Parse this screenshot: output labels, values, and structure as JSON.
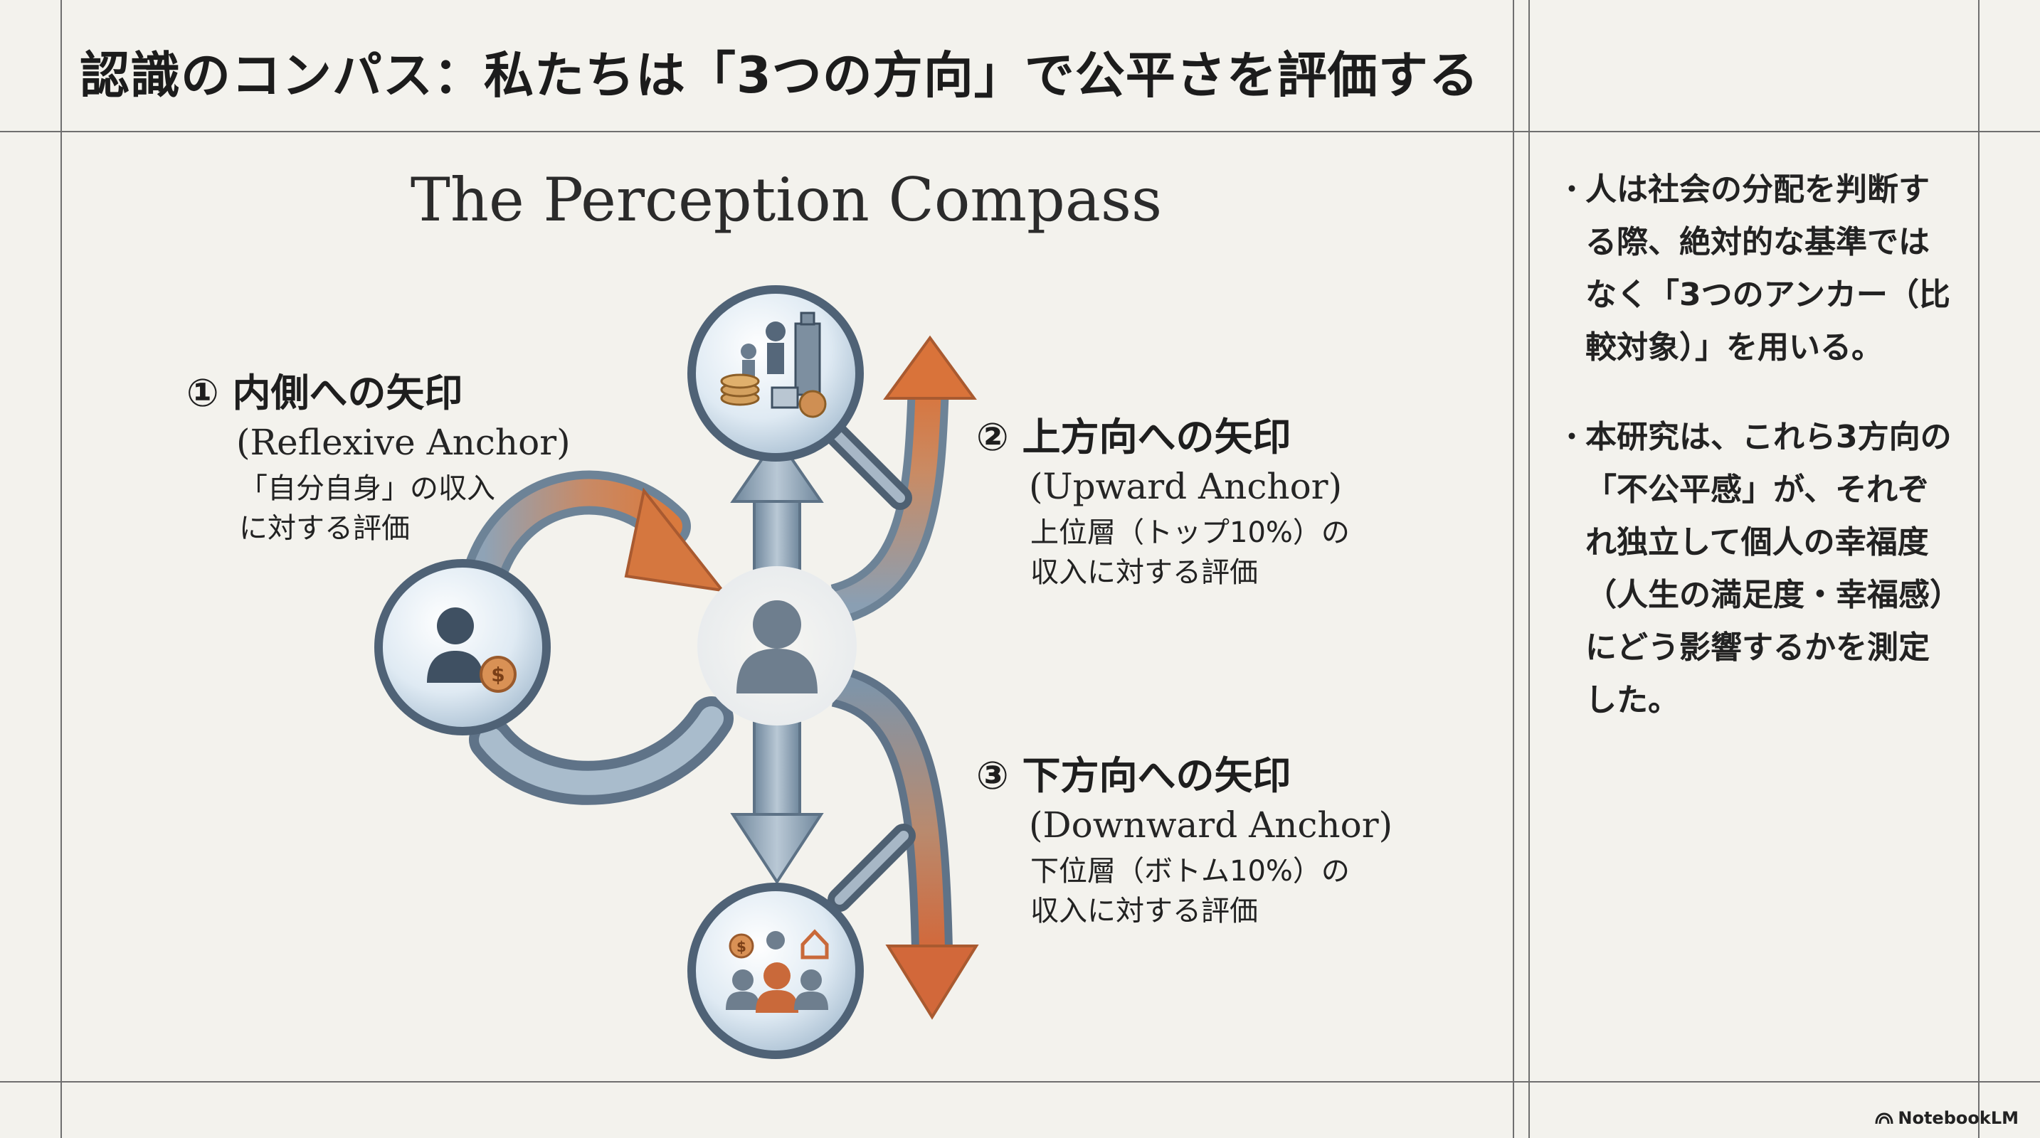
{
  "title": "認識のコンパス：私たちは「3つの方向」で公平さを評価する",
  "diagram": {
    "title": "The Perception Compass",
    "anchors": [
      {
        "heading": "① 内側への矢印",
        "english": "(Reflexive Anchor)",
        "desc_lines": [
          "「自分自身」の収入",
          "に対する評価"
        ]
      },
      {
        "heading": "② 上方向への矢印",
        "english": "(Upward Anchor)",
        "desc_lines": [
          "上位層（トップ10%）の",
          "収入に対する評価"
        ]
      },
      {
        "heading": "③ 下方向への矢印",
        "english": "(Downward Anchor)",
        "desc_lines": [
          "下位層（ボトム10%）の",
          "収入に対する評価"
        ]
      }
    ],
    "icons": [
      "person-income-icon",
      "rich-city-icon",
      "community-icon",
      "person-icon"
    ],
    "colors": {
      "arrow_orange": "#c9693a",
      "arrow_steel": "#7e95aa",
      "circle_fill": "#dce8f1"
    }
  },
  "sidebar": {
    "bullets": [
      {
        "lines": [
          "人は社会の分配を判断す",
          "る際、絶対的な基準では",
          "なく「3つのアンカー（比",
          "較対象）」を用いる。"
        ]
      },
      {
        "lines": [
          "本研究は、これら3方向の",
          "「不公平感」が、それぞ",
          "れ独立して個人の幸福度",
          "（人生の満足度・幸福感）",
          "にどう影響するかを測定",
          "した。"
        ]
      }
    ]
  },
  "footer": "NotebookLM"
}
